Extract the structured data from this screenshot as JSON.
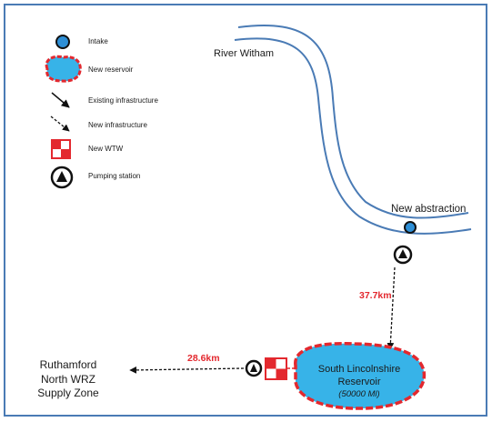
{
  "legend": {
    "items": [
      {
        "label": "Intake",
        "icon": "intake-icon"
      },
      {
        "label": "New reservoir",
        "icon": "new-reservoir-icon"
      },
      {
        "label": "Existing infrastructure",
        "icon": "solid-arrow-icon"
      },
      {
        "label": "New infrastructure",
        "icon": "dashed-arrow-icon"
      },
      {
        "label": "New WTW",
        "icon": "wtw-icon"
      },
      {
        "label": "Pumping station",
        "icon": "pumping-station-icon"
      }
    ]
  },
  "map": {
    "river_label": "River Witham",
    "abstraction_label": "New abstraction",
    "pipeline_north_distance": "37.7km",
    "pipeline_west_distance": "28.6km",
    "reservoir": {
      "name_line1": "South Lincolnshire",
      "name_line2": "Reservoir",
      "capacity": "(50000 Ml)"
    },
    "destination": {
      "line1": "Ruthamford",
      "line2": "North WRZ",
      "line3": "Supply Zone"
    }
  },
  "colors": {
    "border": "#4a7bb5",
    "river": "#4a7bb5",
    "intake_fill": "#2e8fd6",
    "reservoir_fill": "#37b3e8",
    "reservoir_outline": "#e3282e",
    "distance_text": "#e3282e",
    "wtw_red": "#e3282e"
  }
}
